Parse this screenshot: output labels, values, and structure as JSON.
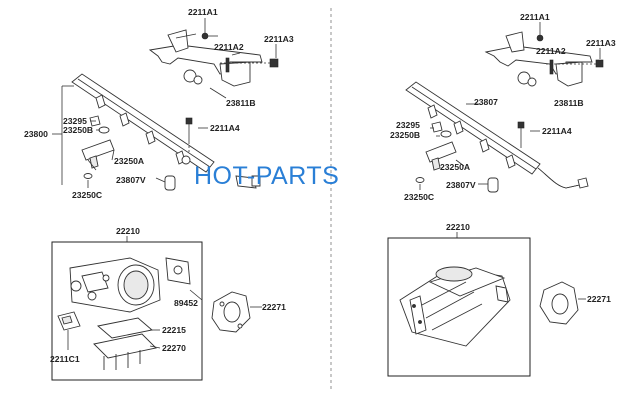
{
  "watermark": "HOT-PARTS",
  "left_panel": {
    "labels": {
      "l2211A1": "2211A1",
      "l2211A2": "2211A2",
      "l2211A3": "2211A3",
      "l23811B": "23811B",
      "l23800": "23800",
      "l23295": "23295",
      "l23250B": "23250B",
      "l2211A4": "2211A4",
      "l23250A": "23250A",
      "l23807V": "23807V",
      "l23250C": "23250C",
      "l22210": "22210",
      "l89452": "89452",
      "l22271": "22271",
      "l22215": "22215",
      "l22270": "22270",
      "l2211C1": "2211C1"
    }
  },
  "right_panel": {
    "labels": {
      "l2211A1": "2211A1",
      "l2211A2": "2211A2",
      "l2211A3": "2211A3",
      "l23811B": "23811B",
      "l23807": "23807",
      "l23295": "23295",
      "l23250B": "23250B",
      "l2211A4": "2211A4",
      "l23250A": "23250A",
      "l23807V": "23807V",
      "l23250C": "23250C",
      "l22210": "22210",
      "l22271": "22271"
    }
  }
}
